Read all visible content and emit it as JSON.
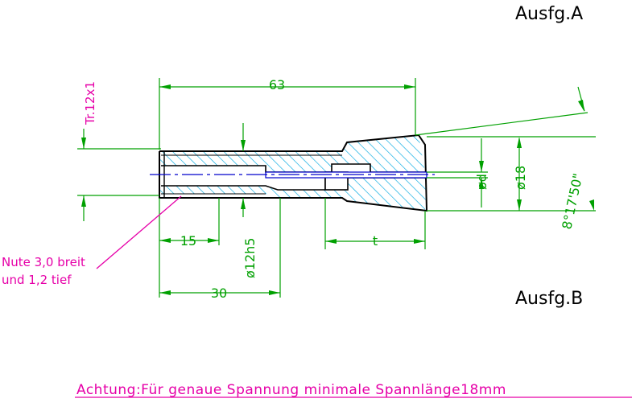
{
  "variants": {
    "a": "Ausfg.A",
    "b": "Ausfg.B"
  },
  "dimensions": {
    "overall_length": "63",
    "thread": "Tr.12x1",
    "length_15": "15",
    "length_30": "30",
    "shank_diameter": "ø12h5",
    "bore_diameter": "ød",
    "outer_diameter": "ø18",
    "depth_t": "t",
    "taper_angle": "8°17'50\""
  },
  "note": {
    "line1": "Nute 3,0 breit",
    "line2": "und 1,2 tief"
  },
  "warning": "Achtung:Für genaue Spannung minimale Spannlänge18mm",
  "colors": {
    "outline": "#000000",
    "dimension": "#00a000",
    "hatch": "#00a8e0",
    "centerline": "#0000cc",
    "annotation": "#e600a8"
  }
}
